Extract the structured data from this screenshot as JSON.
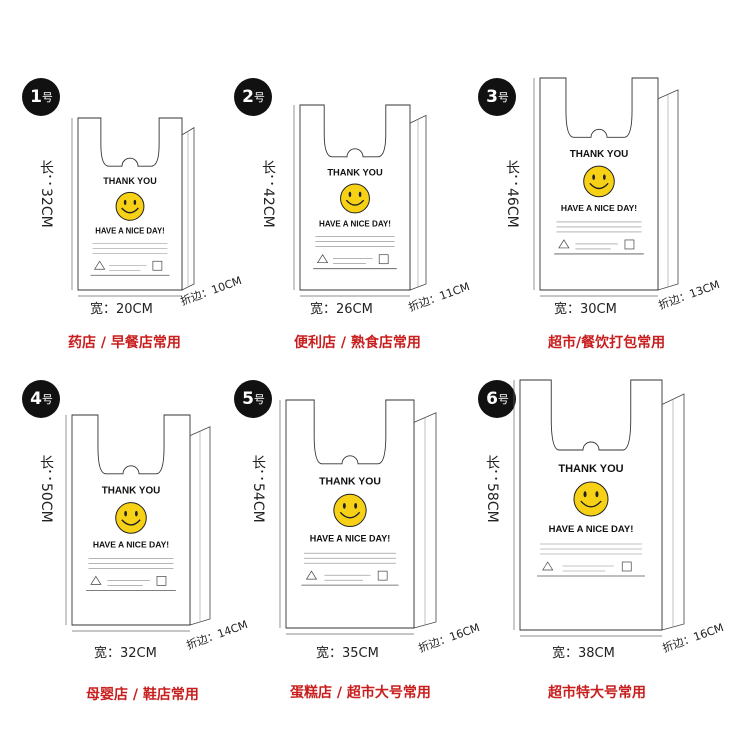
{
  "products": [
    {
      "number": "1",
      "suffix": "号",
      "length": "长：32CM",
      "width": "宽：20CM",
      "fold": "折边：10CM",
      "usage": "药店 / 早餐店常用"
    },
    {
      "number": "2",
      "suffix": "号",
      "length": "长：42CM",
      "width": "宽：26CM",
      "fold": "折边：11CM",
      "usage": "便利店 / 熟食店常用"
    },
    {
      "number": "3",
      "suffix": "号",
      "length": "长：46CM",
      "width": "宽：30CM",
      "fold": "折边：13CM",
      "usage": "超市/餐饮打包常用"
    },
    {
      "number": "4",
      "suffix": "号",
      "length": "长：50CM",
      "width": "宽：32CM",
      "fold": "折边：14CM",
      "usage": "母婴店 / 鞋店常用"
    },
    {
      "number": "5",
      "suffix": "号",
      "length": "长：54CM",
      "width": "宽：35CM",
      "fold": "折边：16CM",
      "usage": "蛋糕店 / 超市大号常用"
    },
    {
      "number": "6",
      "suffix": "号",
      "length": "长：58CM",
      "width": "宽：38CM",
      "fold": "折边：16CM",
      "usage": "超市特大号常用"
    }
  ],
  "bag_print": {
    "top": "THANK YOU",
    "bottom": "HAVE A NICE DAY!",
    "emoji_color": "#f7d116"
  }
}
